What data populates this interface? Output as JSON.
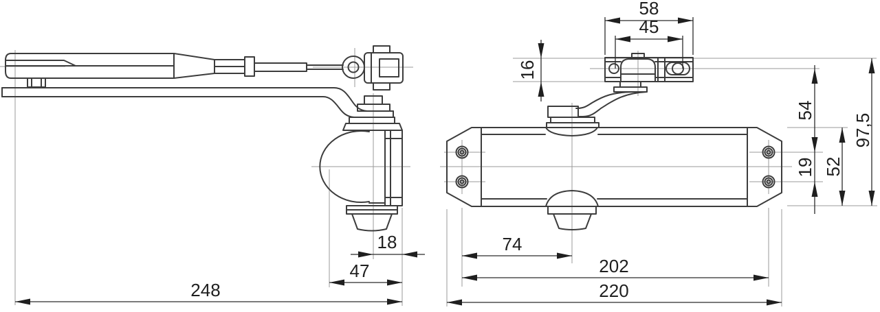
{
  "drawing": {
    "side_view": {
      "dimensions": {
        "spindle_to_body_edge": "18",
        "body_depth": "47",
        "overall_arm_length": "248"
      }
    },
    "front_view": {
      "dimensions": {
        "rail_bracket_width": "58",
        "rail_hole_spacing": "45",
        "rail_height": "16",
        "rail_axis_to_top_holes": "54",
        "overall_height": "97,5",
        "mounting_hole_rows": "19",
        "body_height": "52",
        "left_holes_to_spindle": "74",
        "mounting_hole_span": "202",
        "body_length": "220"
      }
    },
    "colors": {
      "outline": "#3c3c3c",
      "thin_line": "#9a9a9a",
      "dimension": "#1f1f1f",
      "background": "#ffffff"
    }
  }
}
